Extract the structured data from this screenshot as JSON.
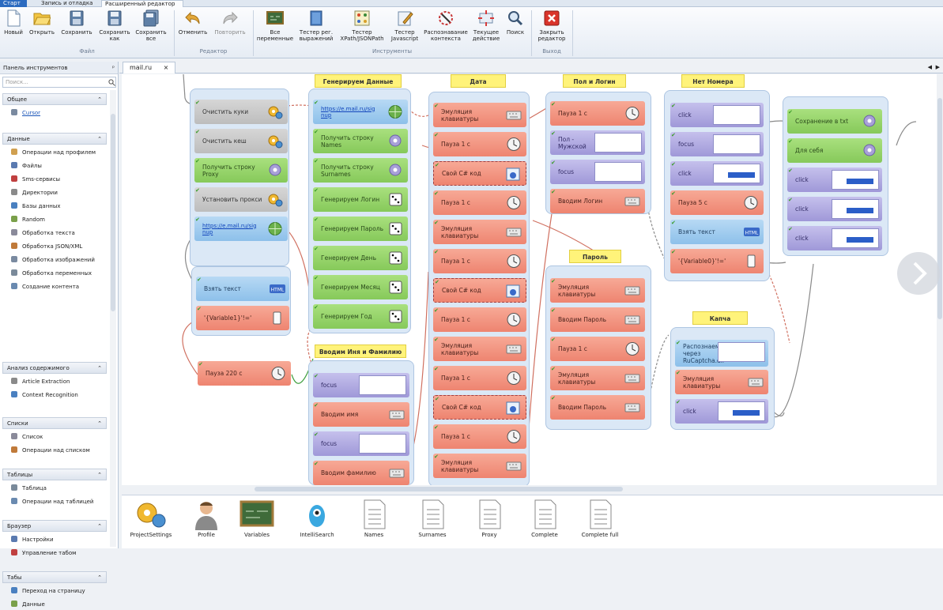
{
  "ribbon_tabs": [
    "Старт",
    "Запись и отладка",
    "Расширенный редактор"
  ],
  "ribbon": {
    "file_buttons": [
      "Новый",
      "Открыть",
      "Сохранить",
      "Сохранить\nкак",
      "Сохранить\nвсе"
    ],
    "editor_buttons": [
      "Отменить",
      "Повторить"
    ],
    "tool_buttons": [
      "Все\nпеременные",
      "Тестер рег.\nвыражений",
      "Тестер\nXPath/JSONPath",
      "Тестер\nJavascript",
      "Распознавание\nконтекста",
      "Текущее\nдействие",
      "Поиск"
    ],
    "exit_buttons": [
      "Закрыть\nредактор"
    ],
    "groups": [
      "Файл",
      "Редактор",
      "Инструменты",
      "Выход"
    ]
  },
  "panel": {
    "title": "Панель инструментов",
    "pin": "ᵖ",
    "search_placeholder": "Поиск...",
    "sections": [
      {
        "title": "Общее",
        "items": [
          "Cursor"
        ]
      },
      {
        "title": "Данные",
        "items": [
          "Операции над профилем",
          "Файлы",
          "Sms-сервисы",
          "Директории",
          "Базы данных",
          "Random",
          "Обработка текста",
          "Обработка JSON/XML",
          "Обработка изображений",
          "Обработка переменных",
          "Создание контента"
        ]
      },
      {
        "title": "Анализ содержимого",
        "items": [
          "Article Extraction",
          "Context Recognition"
        ]
      },
      {
        "title": "Списки",
        "items": [
          "Список",
          "Операции над списком"
        ]
      },
      {
        "title": "Таблицы",
        "items": [
          "Таблица",
          "Операции над таблицей"
        ]
      },
      {
        "title": "Браузер",
        "items": [
          "Настройки",
          "Управление табом"
        ]
      },
      {
        "title": "Табы",
        "items": [
          "Переход на страницу",
          "Данные"
        ]
      }
    ]
  },
  "doc_tab": {
    "label": "mail.ru",
    "close": "×"
  },
  "headers": [
    "Генерируем Данные",
    "Дата",
    "Пол и Логин",
    "Нет Номера",
    "Пароль",
    "Капча",
    "Вводим Иня и Фамилию"
  ],
  "col1": {
    "nodes": [
      "Очистить куки",
      "Очистить кеш",
      "Получить строку\nProxy",
      "Установить прокси",
      "https://e.mail.ru/sig\nnup"
    ]
  },
  "col1b": {
    "nodes": [
      "Взять текст",
      "'{Variable1}'!='",
      "Пауза 220 с"
    ]
  },
  "col2": {
    "nodes": [
      "https://e.mail.ru/sig\nnup",
      "Получить строку\nNames",
      "Получить строку\nSurnames",
      "Генерируем Логин",
      "Генерируем Пароль",
      "Генерируем День",
      "Генерируем Месяц",
      "Генерируем Год"
    ]
  },
  "col2b": {
    "nodes": [
      "focus",
      "Вводим имя",
      "focus",
      "Вводим фамилию"
    ]
  },
  "col3": {
    "nodes": [
      "Эмуляция\nклавиатуры",
      "Пауза 1 с",
      "Свой C# код",
      "Пауза 1 с",
      "Эмуляция\nклавиатуры",
      "Пауза 1 с",
      "Свой C# код",
      "Пауза 1 с",
      "Эмуляция\nклавиатуры",
      "Пауза 1 с",
      "Свой C# код",
      "Пауза 1 с",
      "Эмуляция\nклавиатуры"
    ]
  },
  "col4": {
    "nodes": [
      "Пауза 1 с",
      "Пол -\nМужской",
      "focus",
      "Вводим Логин"
    ]
  },
  "col4b": {
    "nodes": [
      "Эмуляция\nклавиатуры",
      "Вводим Пароль",
      "Пауза 1 с",
      "Эмуляция\nклавиатуры",
      "Вводим Пароль"
    ]
  },
  "col5": {
    "nodes": [
      "click",
      "focus",
      "click",
      "Пауза 5 с",
      "Взять текст",
      "'{Variable0}'!='"
    ]
  },
  "col5b": {
    "nodes": [
      "Распознаем\nчерез\nRuCaptcha.dll",
      "Эмуляция\nклавиатуры",
      "click"
    ]
  },
  "col6": {
    "nodes": [
      "Сохранение в txt",
      "Для себя",
      "click",
      "click",
      "click"
    ]
  },
  "icon_label": "HTML",
  "resources": [
    "ProjectSettings",
    "Profile",
    "Variables",
    "IntelliSearch",
    "Names",
    "Surnames",
    "Proxy",
    "Complete",
    "Complete full"
  ],
  "colors": {
    "ribbon_blue": "#2c6bc0",
    "node_green": "#94d266",
    "node_red": "#f19682",
    "node_blue": "#a4cdee",
    "node_purple": "#b2acdf",
    "header_yellow": "#fff37a",
    "container": "#dbe8f6"
  }
}
